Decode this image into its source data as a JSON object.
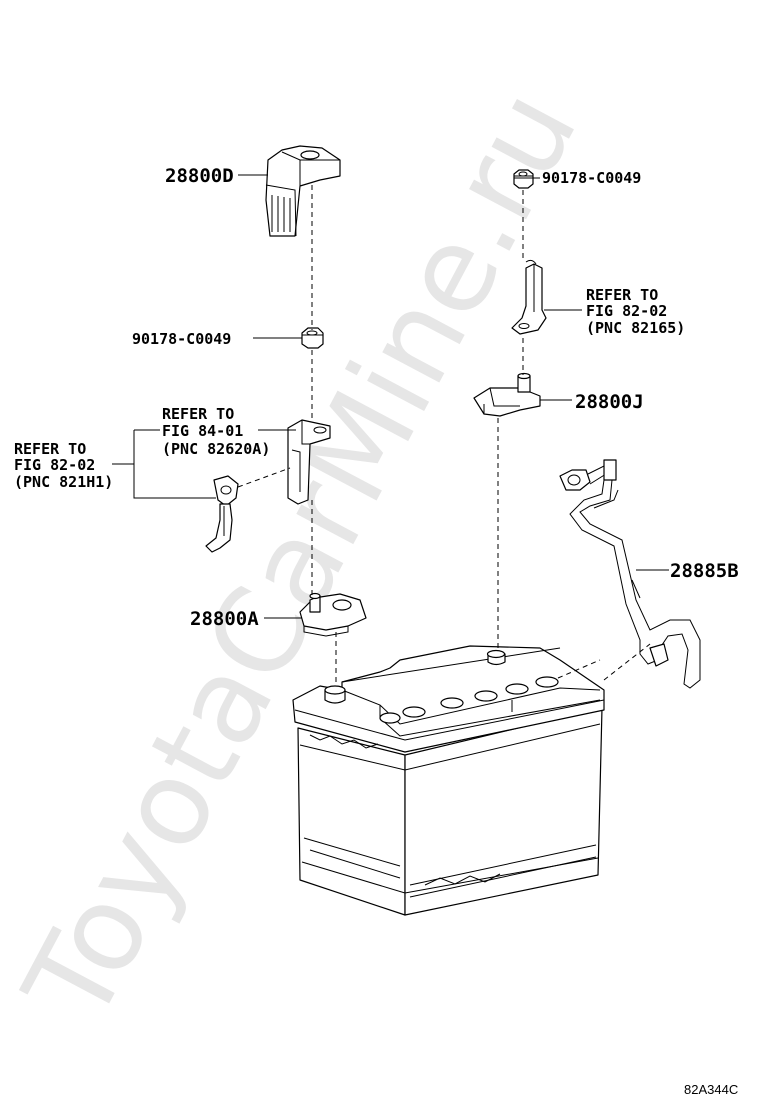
{
  "watermark": "ToyotaCarMine.ru",
  "labels": {
    "p28800D": "28800D",
    "p90178_top": "90178-C0049",
    "p90178_left": "90178-C0049",
    "p28800J": "28800J",
    "p28885B": "28885B",
    "p28800A": "28800A"
  },
  "refer_right": {
    "line1": "REFER TO",
    "line2": "FIG 82-02",
    "line3": "(PNC 82165)"
  },
  "refer_mid": {
    "line1": "REFER TO",
    "line2": "FIG 84-01",
    "line3": "(PNC 82620A)"
  },
  "refer_left": {
    "line1": "REFER TO",
    "line2": "FIG 82-02",
    "line3": "(PNC 821H1)"
  },
  "figure_code": "82A344C"
}
